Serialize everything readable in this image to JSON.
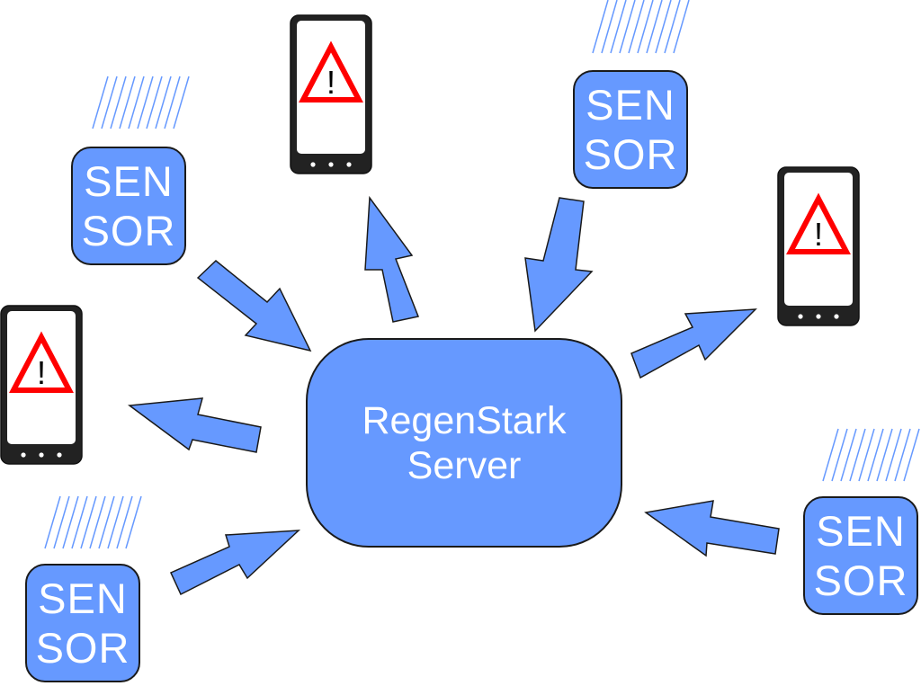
{
  "server": {
    "line1": "RegenStark",
    "line2": "Server"
  },
  "sensors": [
    {
      "line1": "SEN",
      "line2": "SOR"
    },
    {
      "line1": "SEN",
      "line2": "SOR"
    },
    {
      "line1": "SEN",
      "line2": "SOR"
    },
    {
      "line1": "SEN",
      "line2": "SOR"
    }
  ],
  "phones": [
    {
      "alert_symbol": "!"
    },
    {
      "alert_symbol": "!"
    },
    {
      "alert_symbol": "!"
    }
  ],
  "colors": {
    "node_fill": "#6699ff",
    "outline": "#1a1a1a",
    "phone_body": "#222222",
    "alert_red": "#ff0000",
    "rain": "#6699ff"
  },
  "icons": {
    "phone": "phone-icon",
    "alert": "warning-triangle-icon",
    "rain": "rain-icon"
  }
}
